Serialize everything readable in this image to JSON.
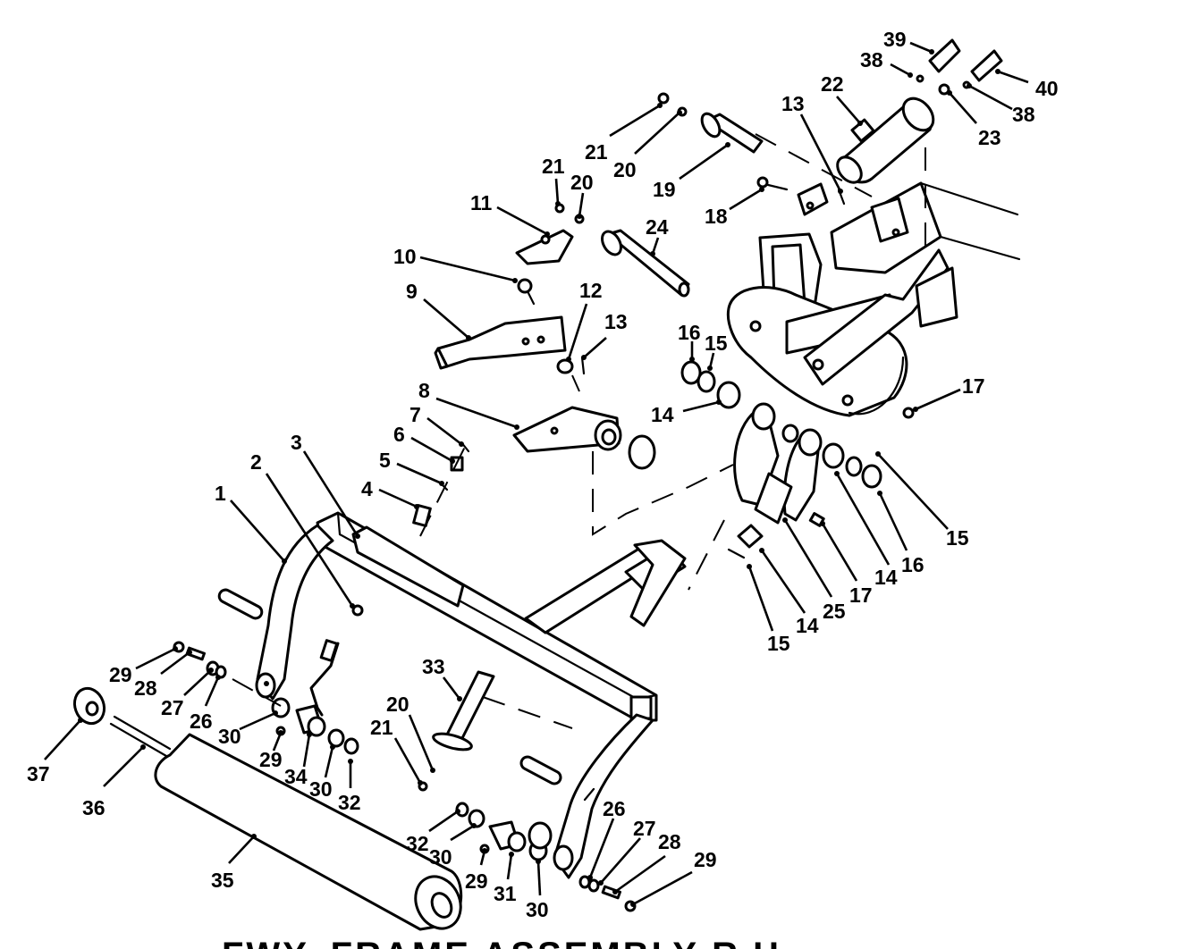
{
  "diagram": {
    "footer_title": "FWY. FRAME ASSEMBLY-R.H.",
    "callouts": [
      {
        "id": "c1",
        "label": "1"
      },
      {
        "id": "c2",
        "label": "2"
      },
      {
        "id": "c3",
        "label": "3"
      },
      {
        "id": "c4",
        "label": "4"
      },
      {
        "id": "c5",
        "label": "5"
      },
      {
        "id": "c6",
        "label": "6"
      },
      {
        "id": "c7",
        "label": "7"
      },
      {
        "id": "c8",
        "label": "8"
      },
      {
        "id": "c9",
        "label": "9"
      },
      {
        "id": "c10",
        "label": "10"
      },
      {
        "id": "c11",
        "label": "11"
      },
      {
        "id": "c12",
        "label": "12"
      },
      {
        "id": "c13a",
        "label": "13"
      },
      {
        "id": "c13b",
        "label": "13"
      },
      {
        "id": "c14a",
        "label": "14"
      },
      {
        "id": "c14b",
        "label": "14"
      },
      {
        "id": "c14c",
        "label": "14"
      },
      {
        "id": "c15a",
        "label": "15"
      },
      {
        "id": "c15b",
        "label": "15"
      },
      {
        "id": "c15c",
        "label": "15"
      },
      {
        "id": "c16a",
        "label": "16"
      },
      {
        "id": "c16b",
        "label": "16"
      },
      {
        "id": "c17a",
        "label": "17"
      },
      {
        "id": "c17b",
        "label": "17"
      },
      {
        "id": "c18",
        "label": "18"
      },
      {
        "id": "c19",
        "label": "19"
      },
      {
        "id": "c20a",
        "label": "20"
      },
      {
        "id": "c20b",
        "label": "20"
      },
      {
        "id": "c20c",
        "label": "20"
      },
      {
        "id": "c21a",
        "label": "21"
      },
      {
        "id": "c21b",
        "label": "21"
      },
      {
        "id": "c21c",
        "label": "21"
      },
      {
        "id": "c22",
        "label": "22"
      },
      {
        "id": "c23",
        "label": "23"
      },
      {
        "id": "c24",
        "label": "24"
      },
      {
        "id": "c25",
        "label": "25"
      },
      {
        "id": "c26a",
        "label": "26"
      },
      {
        "id": "c26b",
        "label": "26"
      },
      {
        "id": "c27a",
        "label": "27"
      },
      {
        "id": "c27b",
        "label": "27"
      },
      {
        "id": "c28a",
        "label": "28"
      },
      {
        "id": "c28b",
        "label": "28"
      },
      {
        "id": "c29a",
        "label": "29"
      },
      {
        "id": "c29b",
        "label": "29"
      },
      {
        "id": "c29c",
        "label": "29"
      },
      {
        "id": "c29d",
        "label": "29"
      },
      {
        "id": "c30a",
        "label": "30"
      },
      {
        "id": "c30b",
        "label": "30"
      },
      {
        "id": "c30c",
        "label": "30"
      },
      {
        "id": "c30d",
        "label": "30"
      },
      {
        "id": "c31",
        "label": "31"
      },
      {
        "id": "c32a",
        "label": "32"
      },
      {
        "id": "c32b",
        "label": "32"
      },
      {
        "id": "c33",
        "label": "33"
      },
      {
        "id": "c34",
        "label": "34"
      },
      {
        "id": "c35",
        "label": "35"
      },
      {
        "id": "c36",
        "label": "36"
      },
      {
        "id": "c37",
        "label": "37"
      },
      {
        "id": "c38a",
        "label": "38"
      },
      {
        "id": "c38b",
        "label": "38"
      },
      {
        "id": "c39",
        "label": "39"
      },
      {
        "id": "c40",
        "label": "40"
      }
    ]
  }
}
